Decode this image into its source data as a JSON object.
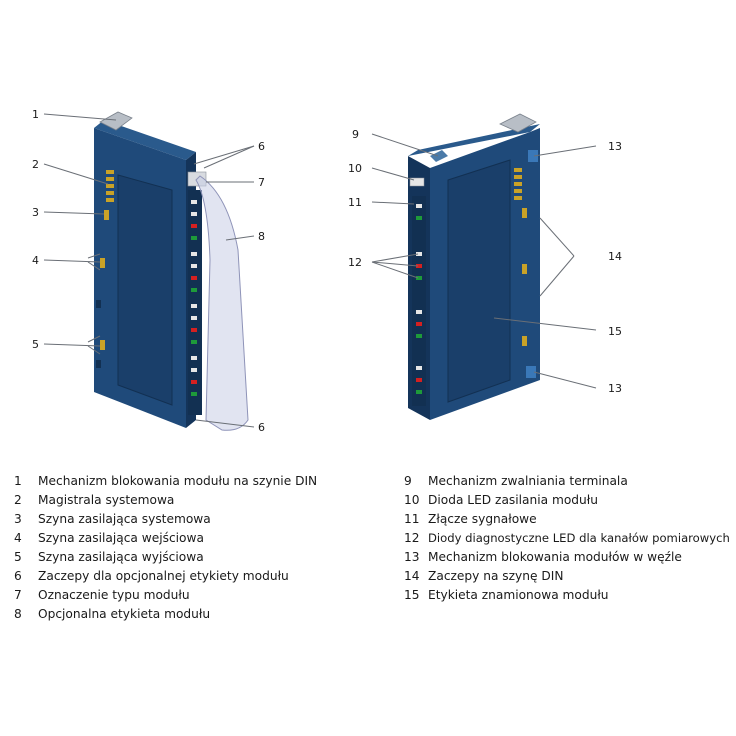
{
  "callouts_left": [
    "1",
    "2",
    "3",
    "4",
    "5",
    "6",
    "7",
    "8",
    "6"
  ],
  "callouts_right": [
    "9",
    "10",
    "11",
    "12",
    "13",
    "14",
    "15",
    "13"
  ],
  "legend": [
    {
      "num": "1",
      "text": "Mechanizm blokowania modułu na szynie DIN"
    },
    {
      "num": "2",
      "text": "Magistrala systemowa"
    },
    {
      "num": "3",
      "text": "Szyna zasilająca systemowa"
    },
    {
      "num": "4",
      "text": "Szyna zasilająca wejściowa"
    },
    {
      "num": "5",
      "text": "Szyna zasilająca wyjściowa"
    },
    {
      "num": "6",
      "text": "Zaczepy dla opcjonalnej etykiety modułu"
    },
    {
      "num": "7",
      "text": "Oznaczenie typu modułu"
    },
    {
      "num": "8",
      "text": "Opcjonalna etykieta modułu"
    },
    {
      "num": "9",
      "text": "Mechanizm zwalniania terminala"
    },
    {
      "num": "10",
      "text": "Dioda LED zasilania modułu"
    },
    {
      "num": "11",
      "text": "Złącze sygnałowe"
    },
    {
      "num": "12",
      "text": "Diody diagnostyczne LED dla kanałów pomiarowych"
    },
    {
      "num": "13",
      "text": "Mechanizm blokowania modułów w węźle"
    },
    {
      "num": "14",
      "text": "Zaczepy na szynę DIN"
    },
    {
      "num": "15",
      "text": "Etykieta znamionowa modułu"
    }
  ],
  "colors": {
    "module_blue": "#1f4a7a",
    "module_dark": "#14345a",
    "led_red": "#d42020",
    "led_green": "#1e9a3a",
    "label_clear": "#c9cde6",
    "contact_gold": "#c9a227"
  }
}
